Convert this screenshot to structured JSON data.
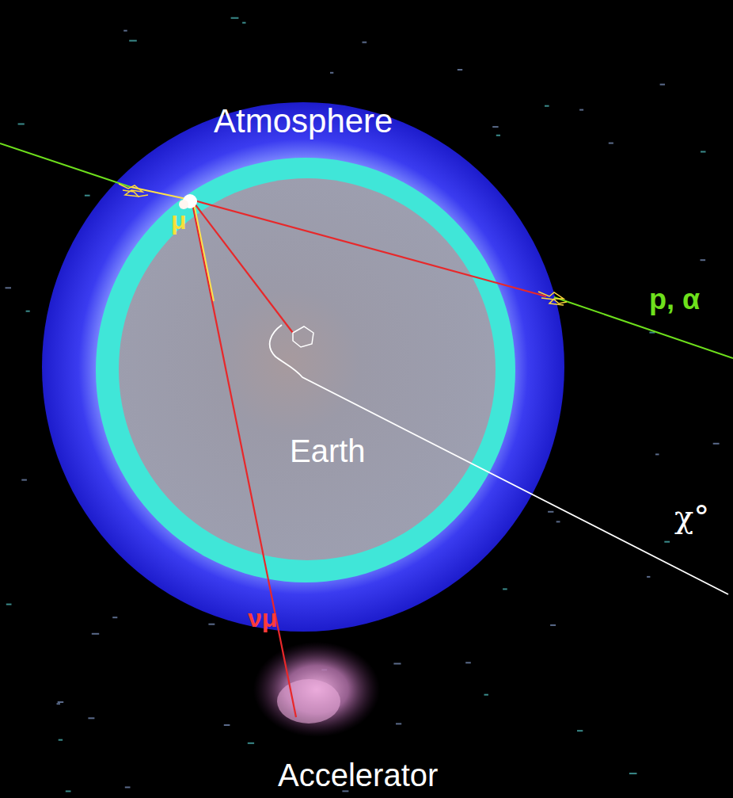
{
  "diagram": {
    "nodes": [
      {
        "text": [
          "Atmosphere"
        ]
      },
      {
        "text": [
          "Earth"
        ],
        "in": 0
      }
    ],
    "labels": [
      "μ",
      "p, α",
      "χ°",
      "νμ",
      "Accelerator"
    ]
  }
}
